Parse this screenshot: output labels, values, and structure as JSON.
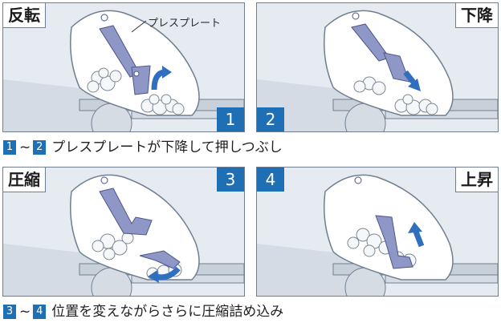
{
  "panels": [
    {
      "label": "反転",
      "step": "1",
      "callout": "プレスプレート"
    },
    {
      "label": "下降",
      "step": "2"
    },
    {
      "label": "圧縮",
      "step": "3"
    },
    {
      "label": "上昇",
      "step": "4"
    }
  ],
  "captions": [
    {
      "from": "1",
      "tilde": "~",
      "to": "2",
      "text": "プレスプレートが下降して押しつぶし"
    },
    {
      "from": "3",
      "tilde": "~",
      "to": "4",
      "text": "位置を変えながらさらに圧縮詰め込み"
    }
  ],
  "colors": {
    "plate": "#8e97c6",
    "arrow": "#2f6fbe",
    "accent": "#1f6fb4",
    "panel_bg": "#e6ebf1"
  }
}
